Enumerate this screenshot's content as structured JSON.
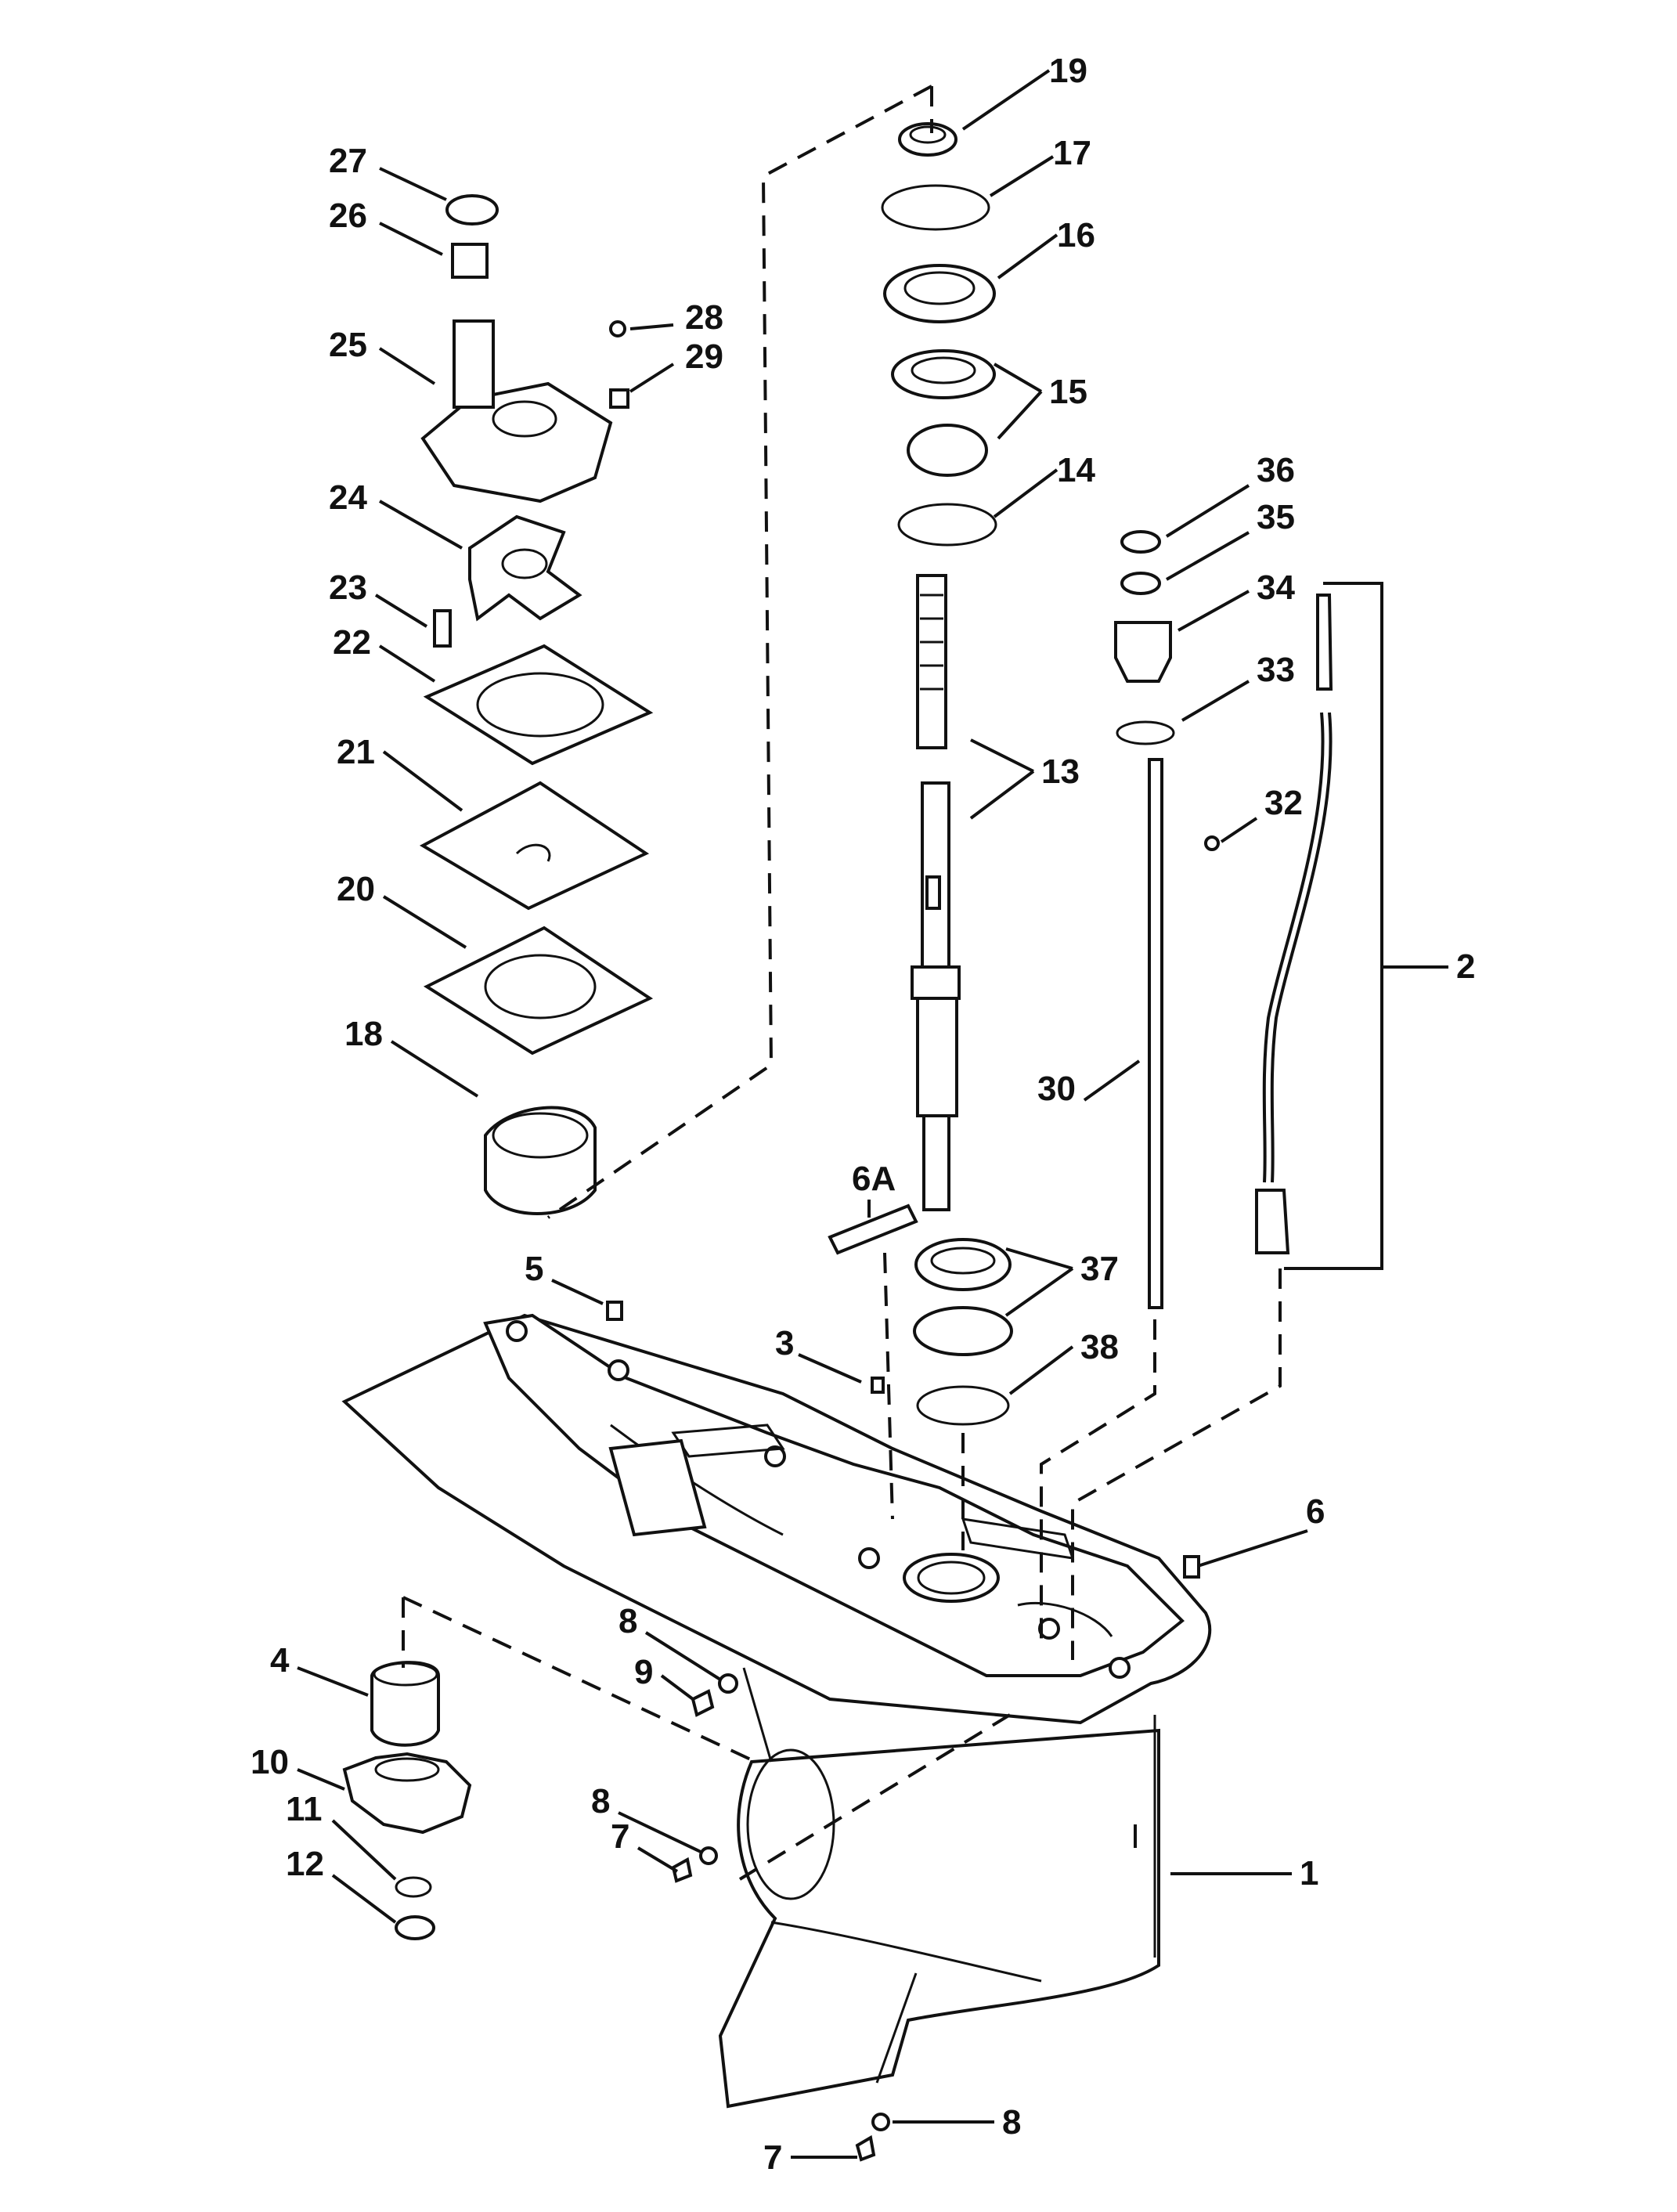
{
  "callouts": [
    "1",
    "2",
    "3",
    "4",
    "5",
    "6",
    "6A",
    "7",
    "7",
    "8",
    "8",
    "8",
    "9",
    "10",
    "11",
    "12",
    "13",
    "14",
    "15",
    "16",
    "17",
    "18",
    "19",
    "20",
    "21",
    "22",
    "23",
    "24",
    "25",
    "26",
    "27",
    "28",
    "29",
    "30",
    "32",
    "33",
    "34",
    "35",
    "36",
    "37",
    "38"
  ],
  "icons": {
    "housing": "gearcase-housing-icon",
    "driveshaft": "driveshaft-icon",
    "shift_shaft": "shift-shaft-icon",
    "water_tube": "water-tube-icon",
    "water_pump": "water-pump-body-icon",
    "impeller": "impeller-icon",
    "gear": "pinion-gear-icon"
  }
}
